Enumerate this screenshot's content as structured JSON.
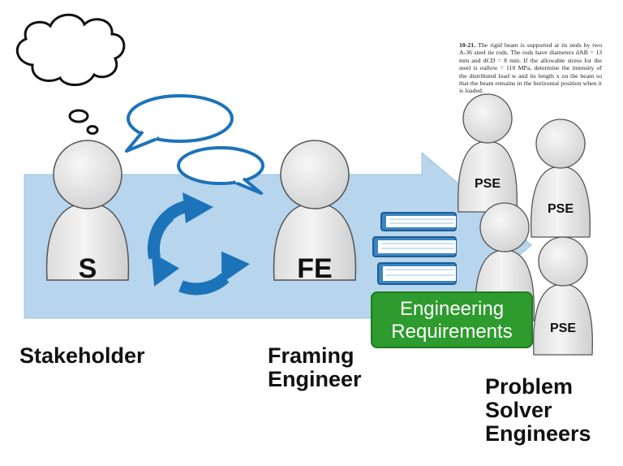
{
  "colors": {
    "arrow_fill": "#b7d5ec",
    "cycle_blue": "#1c73b9",
    "figure_fill": "#e6e6e6",
    "figure_stroke": "#555555",
    "requirements_green": "#2e9b2e",
    "book_blue": "#3a86c4"
  },
  "icons": [
    "thought-cloud",
    "speech-bubble",
    "cycle-arrows",
    "book-stack",
    "person-figure"
  ],
  "stakeholder": {
    "badge": "S",
    "label": "Stakeholder"
  },
  "framing_engineer": {
    "badge": "FE",
    "label_line1": "Framing",
    "label_line2": "Engineer"
  },
  "problem_solvers": {
    "badge": "PSE",
    "label_line1": "Problem",
    "label_line2": "Solver",
    "label_line3": "Engineers"
  },
  "requirements": {
    "line1": "Engineering",
    "line2": "Requirements"
  },
  "problem_statement": {
    "number": "10-21.",
    "text": "The rigid beam is supported at its ends by two A-36 steel tie rods. The rods have diameters dAB = 13 mm and dCD = 8 mm. If the allowable stress for the steel is σallow = 110 MPa, determine the intensity of the distributed load w and its length x on the beam so that the beam remains in the horizontal position when it is loaded."
  }
}
